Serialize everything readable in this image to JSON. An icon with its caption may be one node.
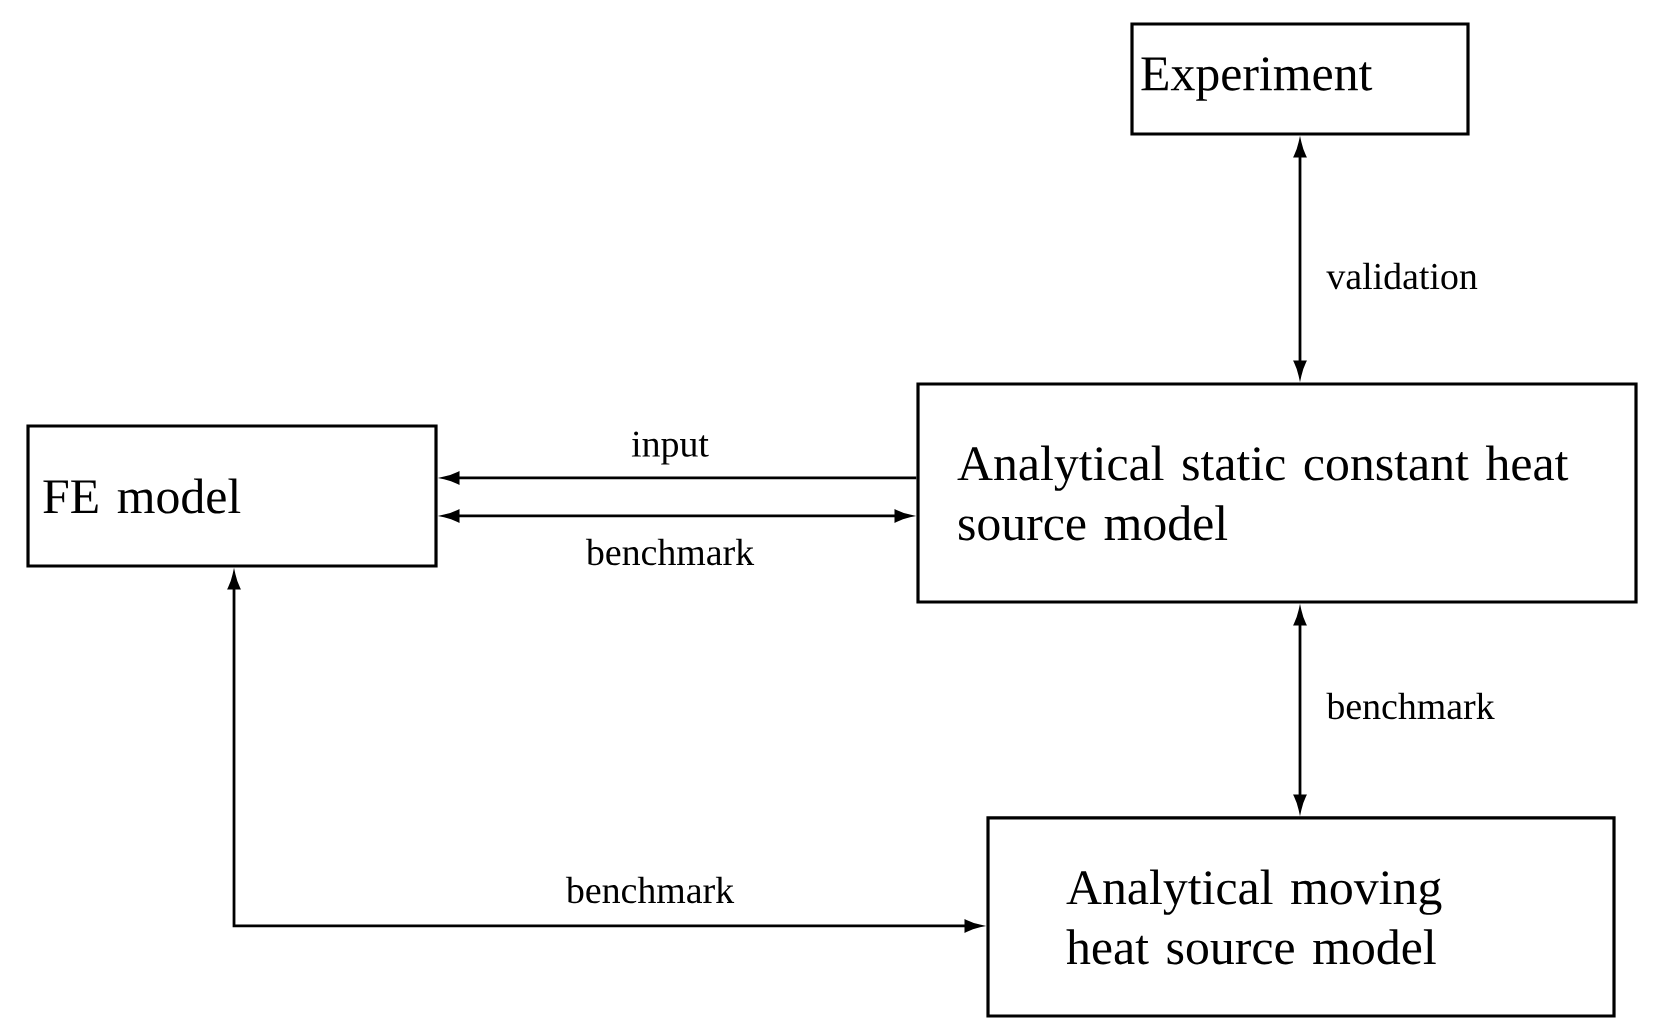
{
  "diagram": {
    "nodes": [
      {
        "text": [
          "Experiment"
        ]
      },
      {
        "text": [
          "FE model"
        ]
      },
      {
        "text": [
          "Analytical static constant heat source model"
        ]
      },
      {
        "text": [
          "Analytical moving heat source model"
        ]
      }
    ],
    "edges": [
      {
        "from": 2,
        "to": 1,
        "arrow": "to",
        "label": "input"
      },
      {
        "from": 1,
        "to": 2,
        "arrow": "both",
        "label": "benchmark"
      },
      {
        "from": 0,
        "to": 2,
        "arrow": "both",
        "label": "validation"
      },
      {
        "from": 2,
        "to": 3,
        "arrow": "both",
        "label": "benchmark"
      },
      {
        "from": 1,
        "to": 3,
        "arrow": "both",
        "label": "benchmark"
      }
    ]
  }
}
